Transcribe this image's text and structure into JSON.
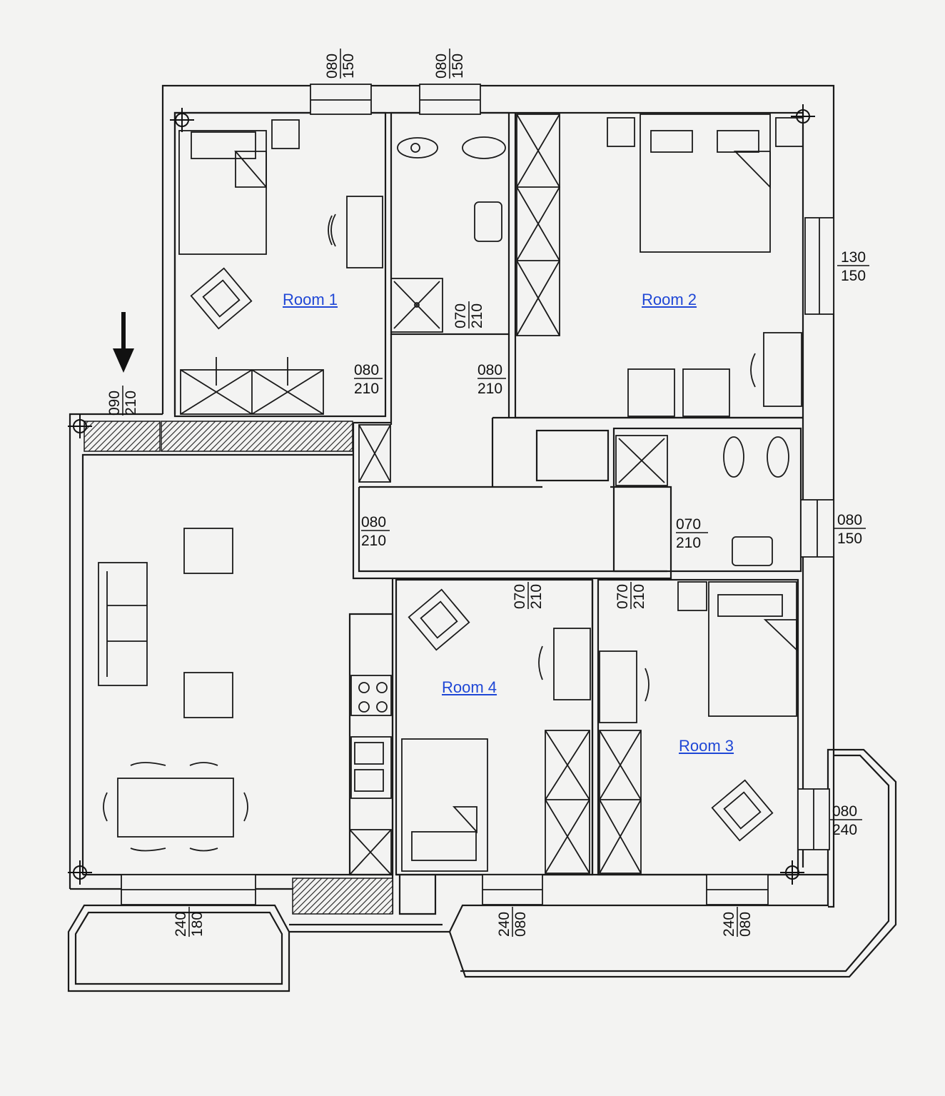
{
  "rooms": {
    "room1": "Room 1",
    "room2": "Room 2",
    "room3": "Room 3",
    "room4": "Room 4"
  },
  "dimensions": {
    "win_top_left": [
      "080",
      "150"
    ],
    "win_top_bath": [
      "080",
      "150"
    ],
    "win_right_room2": [
      "130",
      "150"
    ],
    "win_right_bath2": [
      "080",
      "150"
    ],
    "win_right_room3": [
      "080",
      "240"
    ],
    "entrance_door": [
      "090",
      "210"
    ],
    "door_room1": [
      "080",
      "210"
    ],
    "door_room2": [
      "080",
      "210"
    ],
    "door_bath1": [
      "070",
      "210"
    ],
    "door_living": [
      "080",
      "210"
    ],
    "door_bath2": [
      "070",
      "210"
    ],
    "door_room4": [
      "070",
      "210"
    ],
    "door_room3": [
      "070",
      "210"
    ],
    "win_bottom_living": [
      "180",
      "240"
    ],
    "win_bottom_room4": [
      "080",
      "240"
    ],
    "win_bottom_room3": [
      "080",
      "240"
    ]
  },
  "icons": {
    "entrance": "entrance-arrow-icon"
  }
}
